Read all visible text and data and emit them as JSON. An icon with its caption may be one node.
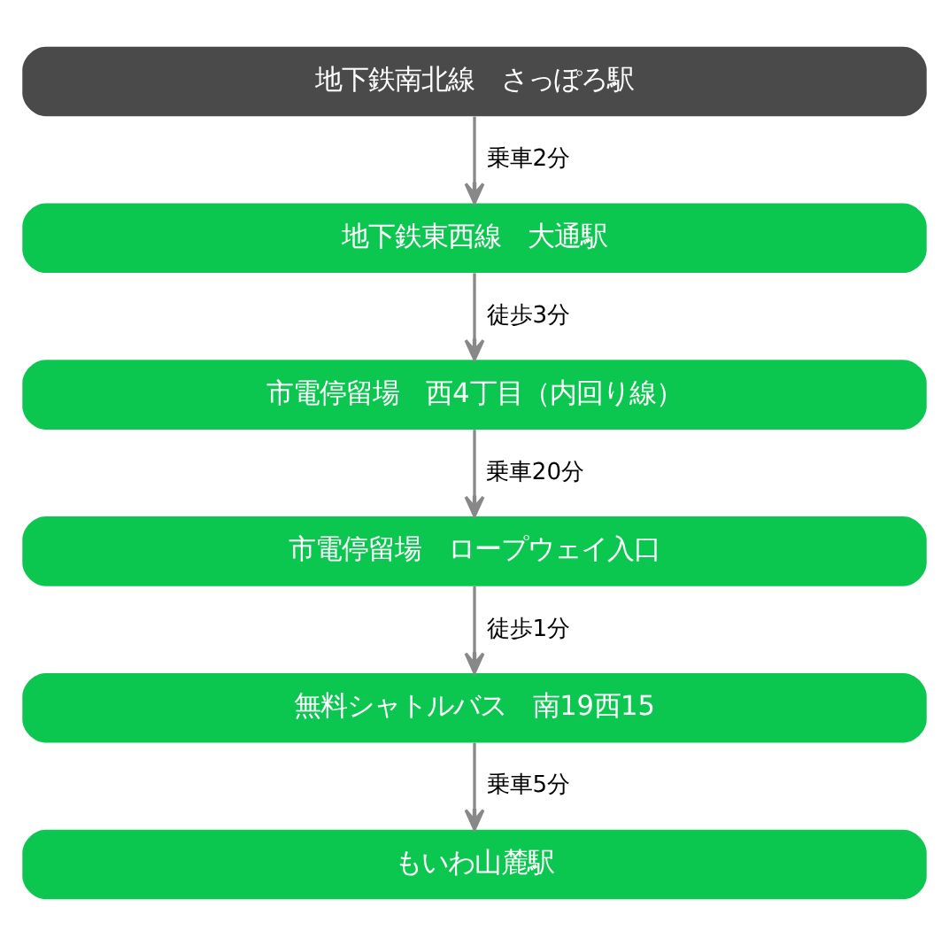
{
  "diagram": {
    "nodes": [
      {
        "text": [
          "地下鉄南北線　さっぽろ駅"
        ]
      },
      {
        "text": [
          "地下鉄東西線　大通駅"
        ]
      },
      {
        "text": [
          "市電停留場　西4丁目（内回り線）"
        ]
      },
      {
        "text": [
          "市電停留場　ロープウェイ入口"
        ]
      },
      {
        "text": [
          "無料シャトルバス　南19西15"
        ]
      },
      {
        "text": [
          "もいわ山麓駅"
        ]
      }
    ],
    "edges": [
      {
        "from": 0,
        "to": 1,
        "arrow": "to",
        "label": "乗車2分"
      },
      {
        "from": 1,
        "to": 2,
        "arrow": "to",
        "label": "徒歩3分"
      },
      {
        "from": 2,
        "to": 3,
        "arrow": "to",
        "label": "乗車20分"
      },
      {
        "from": 3,
        "to": 4,
        "arrow": "to",
        "label": "徒歩1分"
      },
      {
        "from": 4,
        "to": 5,
        "arrow": "to",
        "label": "乗車5分"
      }
    ]
  }
}
